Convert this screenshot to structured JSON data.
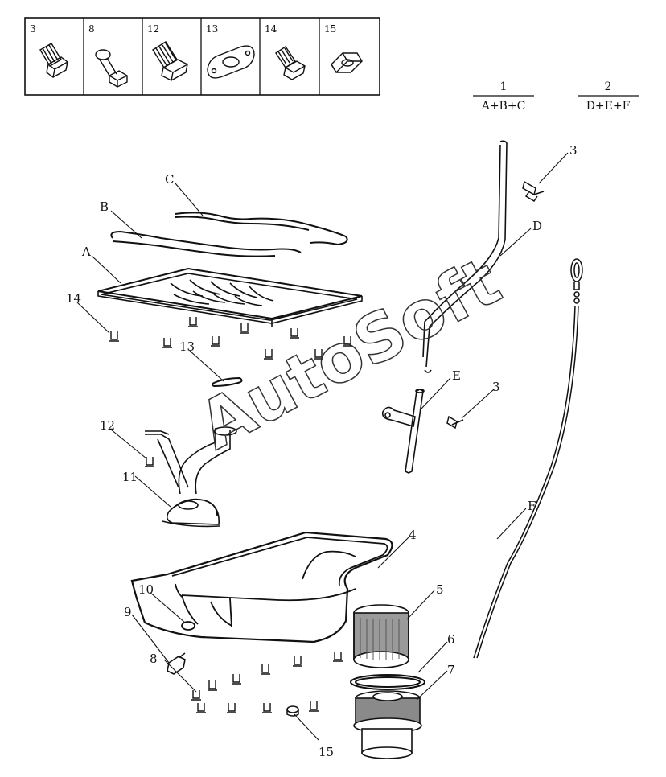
{
  "parts_strip": [
    {
      "num": "3",
      "icon": "bolt-icon"
    },
    {
      "num": "8",
      "icon": "drain-plug-icon"
    },
    {
      "num": "12",
      "icon": "flange-bolt-icon"
    },
    {
      "num": "13",
      "icon": "gasket-icon"
    },
    {
      "num": "14",
      "icon": "stud-bolt-icon"
    },
    {
      "num": "15",
      "icon": "nut-icon"
    }
  ],
  "assemblies": [
    {
      "num": "1",
      "parts": "A+B+C"
    },
    {
      "num": "2",
      "parts": "D+E+F"
    }
  ],
  "callouts": {
    "a": "A",
    "b": "B",
    "c": "C",
    "d": "D",
    "e": "E",
    "f": "F",
    "n3a": "3",
    "n3b": "3",
    "n4": "4",
    "n5": "5",
    "n6": "6",
    "n7": "7",
    "n8": "8",
    "n9": "9",
    "n10": "10",
    "n11": "11",
    "n12": "12",
    "n13": "13",
    "n14": "14",
    "n15": "15"
  },
  "watermark": "AutoSoft"
}
